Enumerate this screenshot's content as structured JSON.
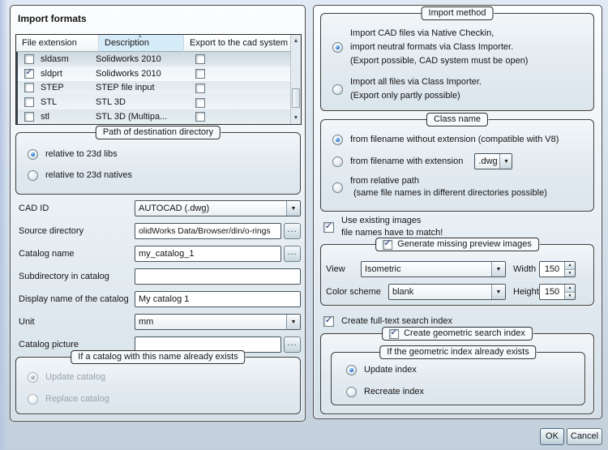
{
  "icons": {
    "check": "✓",
    "dropdown": "▼",
    "sort_asc": "▲",
    "browse": "...",
    "spin_up": "▲",
    "spin_down": "▼",
    "scroll_up": "▲",
    "scroll_down": "▼"
  },
  "colors": {
    "radio_accent_blue": "#2f7fdd",
    "checkmark_navy": "#1c2b72",
    "sorted_column_highlight": "#d7ecf9"
  },
  "left": {
    "title": "Import formats",
    "table": {
      "columns": [
        "File extension",
        "Description",
        "Export to the cad system"
      ],
      "rows": [
        {
          "import_checked": false,
          "ext": "sldasm",
          "desc": "Solidworks 2010",
          "export_checked": false
        },
        {
          "import_checked": true,
          "ext": "sldprt",
          "desc": "Solidworks 2010",
          "export_checked": false
        },
        {
          "import_checked": false,
          "ext": "STEP",
          "desc": "STEP file input",
          "export_checked": false
        },
        {
          "import_checked": false,
          "ext": "STL",
          "desc": "STL 3D",
          "export_checked": false
        },
        {
          "import_checked": false,
          "ext": "stl",
          "desc": "STL 3D (Multipa...",
          "export_checked": false
        }
      ]
    },
    "path_group": {
      "title": "Path of destination directory",
      "options": [
        {
          "label": "relative to 23d libs",
          "selected": true
        },
        {
          "label": "relative to 23d natives",
          "selected": false
        }
      ]
    },
    "fields": [
      {
        "label": "CAD ID",
        "type": "select",
        "value": "AUTOCAD (.dwg)"
      },
      {
        "label": "Source directory",
        "type": "text-browse",
        "value": "olidWorks Data/Browser/din/o-rings"
      },
      {
        "label": "Catalog name",
        "type": "text-browse",
        "value": "my_catalog_1"
      },
      {
        "label": "Subdirectory in catalog",
        "type": "text",
        "value": ""
      },
      {
        "label": "Display name of the catalog",
        "type": "text",
        "value": "My catalog 1"
      },
      {
        "label": "Unit",
        "type": "select",
        "value": "mm"
      },
      {
        "label": "Catalog picture",
        "type": "text-browse",
        "value": ""
      }
    ],
    "exists_group": {
      "title": "If a catalog with this name already exists",
      "options": [
        {
          "label": "Update catalog",
          "selected": true,
          "disabled": true
        },
        {
          "label": "Replace catalog",
          "selected": false,
          "disabled": true
        }
      ]
    }
  },
  "right": {
    "import_method": {
      "title": "Import method",
      "options": [
        {
          "selected": true,
          "lines": [
            "Import CAD files via Native Checkin,",
            "import neutral formats via Class Importer.",
            "(Export possible, CAD system must be open)"
          ]
        },
        {
          "selected": false,
          "lines": [
            "Import all files via Class Importer.",
            "(Export only partly possible)"
          ]
        }
      ]
    },
    "class_name": {
      "title": "Class name",
      "options": [
        {
          "selected": true,
          "lines": [
            "from filename without extension (compatible with V8)"
          ]
        },
        {
          "selected": false,
          "lines": [
            "from filename with extension"
          ],
          "select_value": ".dwg"
        },
        {
          "selected": false,
          "lines": [
            "from relative path",
            "(same file names in different directories possible)"
          ]
        }
      ]
    },
    "use_existing_images": {
      "checked": true,
      "line1": "Use existing images",
      "line2": "file names have to match!"
    },
    "preview_group": {
      "checked": true,
      "title": "Generate missing preview images",
      "view_label": "View",
      "view_value": "Isometric",
      "width_label": "Width",
      "width_value": "150",
      "color_scheme_label": "Color scheme",
      "color_scheme_value": "blank",
      "height_label": "Height",
      "height_value": "150"
    },
    "fulltext_checkbox": {
      "checked": true,
      "label": "Create full-text search index"
    },
    "geometric_group": {
      "checked": true,
      "title": "Create geometric search index",
      "inner_title": "If the geometric index already exists",
      "options": [
        {
          "label": "Update index",
          "selected": true
        },
        {
          "label": "Recreate index",
          "selected": false
        }
      ]
    }
  },
  "footer": {
    "ok_label": "OK",
    "cancel_label": "Cancel"
  }
}
